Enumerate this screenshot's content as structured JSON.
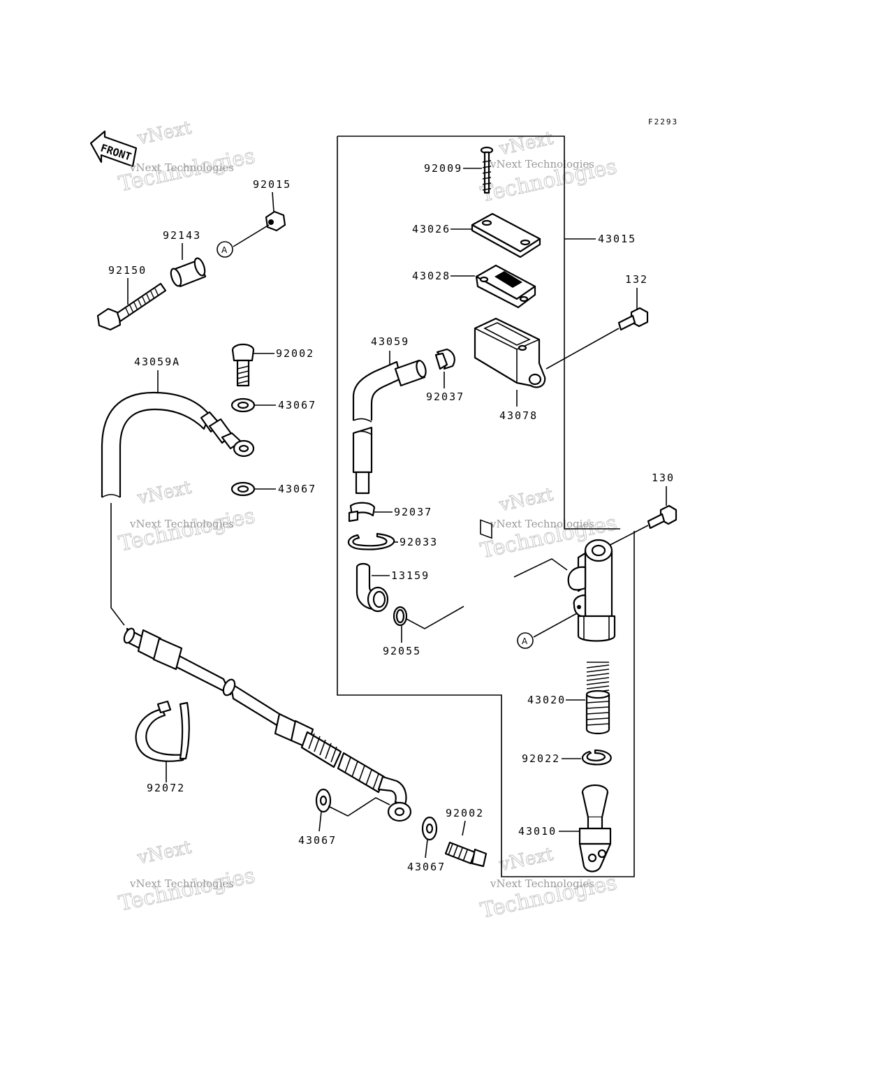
{
  "figure_code": "F2293",
  "front_label": "FRONT",
  "reference_marker": "A",
  "watermark": {
    "line1": "vNext",
    "line2": "vNext Technologies",
    "line3": "Technologies"
  },
  "part_labels": {
    "p92015": "92015",
    "p92143": "92143",
    "p92150": "92150",
    "p92002_top": "92002",
    "p43067_a": "43067",
    "p43059A": "43059A",
    "p43067_b": "43067",
    "p92072": "92072",
    "p43067_c": "43067",
    "p43067_d": "43067",
    "p92002_bottom": "92002",
    "p92009": "92009",
    "p43026": "43026",
    "p43015": "43015",
    "p43028": "43028",
    "p132": "132",
    "p43059": "43059",
    "p92037_a": "92037",
    "p43078": "43078",
    "p92037_b": "92037",
    "p92033": "92033",
    "p13159": "13159",
    "p92055": "92055",
    "p130": "130",
    "p43020": "43020",
    "p92022": "92022",
    "p43010": "43010"
  }
}
